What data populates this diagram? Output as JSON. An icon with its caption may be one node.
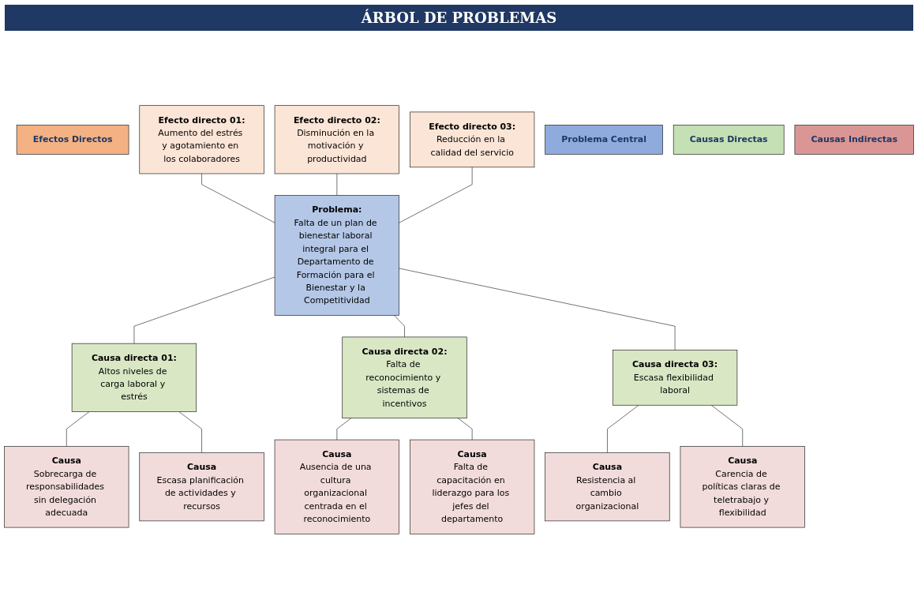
{
  "diagram": {
    "title": "ÁRBOL DE PROBLEMAS",
    "nodes": [
      {
        "text": [
          "Efectos Directos"
        ]
      },
      {
        "text": [
          "Efecto directo 01:",
          "Aumento del estrés y agotamiento en los colaboradores"
        ]
      },
      {
        "text": [
          "Efecto directo 02:",
          "Disminución en la motivación y productividad"
        ]
      },
      {
        "text": [
          "Efecto directo 03:",
          "Reducción en la calidad del servicio"
        ]
      },
      {
        "text": [
          "Problema Central"
        ]
      },
      {
        "text": [
          "Problema:",
          "Falta de un plan de bienestar laboral integral para el Departamento de Formación para el Bienestar y la Competitividad"
        ]
      },
      {
        "text": [
          "Causas Directas"
        ]
      },
      {
        "text": [
          "Causa directa 01:",
          "Altos niveles de carga laboral y estrés"
        ]
      },
      {
        "text": [
          "Causa directa 02:",
          "Falta de reconocimiento y sistemas de incentivos"
        ]
      },
      {
        "text": [
          "Causa directa 03:",
          "Escasa flexibilidad laboral"
        ]
      },
      {
        "text": [
          "Causas Indirectas"
        ]
      },
      {
        "text": [
          "Causa",
          "Sobrecarga de responsabilidades sin delegación adecuada"
        ]
      },
      {
        "text": [
          "Causa",
          "Escasa planificación de actividades y recursos"
        ]
      },
      {
        "text": [
          "Causa",
          "Ausencia de una cultura organizacional centrada en el reconocimiento"
        ]
      },
      {
        "text": [
          "Causa",
          "Falta de capacitación en liderazgo para los jefes del departamento"
        ]
      },
      {
        "text": [
          "Causa",
          "Resistencia al cambio organizacional"
        ]
      },
      {
        "text": [
          "Causa",
          "Carencia de políticas claras de teletrabajo y flexibilidad"
        ]
      }
    ],
    "edges": [
      {
        "from": 1,
        "to": 5,
        "arrow": "none"
      },
      {
        "from": 2,
        "to": 5,
        "arrow": "none"
      },
      {
        "from": 3,
        "to": 5,
        "arrow": "none"
      },
      {
        "from": 5,
        "to": 7,
        "arrow": "none"
      },
      {
        "from": 5,
        "to": 8,
        "arrow": "none"
      },
      {
        "from": 5,
        "to": 9,
        "arrow": "none"
      },
      {
        "from": 7,
        "to": 11,
        "arrow": "none"
      },
      {
        "from": 7,
        "to": 12,
        "arrow": "none"
      },
      {
        "from": 8,
        "to": 13,
        "arrow": "none"
      },
      {
        "from": 8,
        "to": 14,
        "arrow": "none"
      },
      {
        "from": 9,
        "to": 15,
        "arrow": "none"
      },
      {
        "from": 9,
        "to": 16,
        "arrow": "none"
      }
    ]
  }
}
